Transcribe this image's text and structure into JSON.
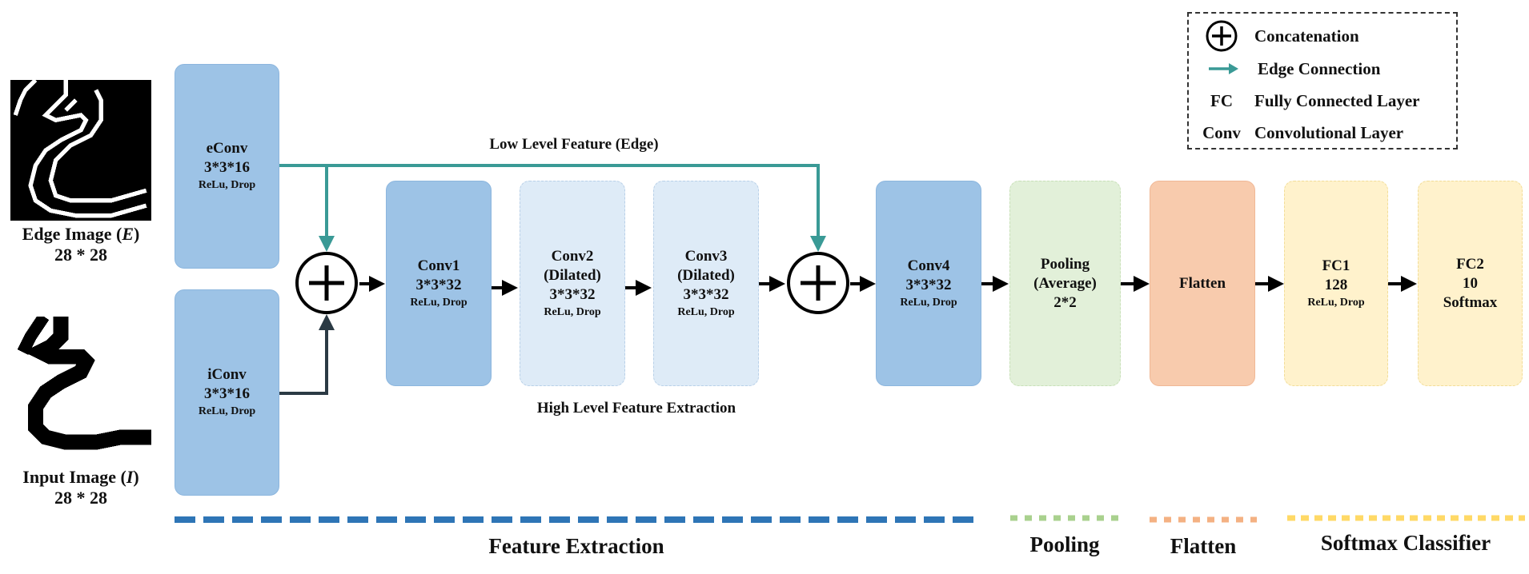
{
  "inputs": {
    "edge": {
      "title": "Edge Image (",
      "var": "E",
      "close": ")",
      "size": "28 * 28"
    },
    "input": {
      "title": "Input Image (",
      "var": "I",
      "close": ")",
      "size": "28 * 28"
    }
  },
  "nodes": {
    "econv": {
      "l1": "eConv",
      "l2": "3*3*16",
      "sub": "ReLu, Drop"
    },
    "iconv": {
      "l1": "iConv",
      "l2": "3*3*16",
      "sub": "ReLu, Drop"
    },
    "conv1": {
      "l1": "Conv1",
      "l2": "3*3*32",
      "sub": "ReLu, Drop"
    },
    "conv2": {
      "l1": "Conv2",
      "l2": "(Dilated)",
      "l3": "3*3*32",
      "sub": "ReLu, Drop"
    },
    "conv3": {
      "l1": "Conv3",
      "l2": "(Dilated)",
      "l3": "3*3*32",
      "sub": "ReLu, Drop"
    },
    "conv4": {
      "l1": "Conv4",
      "l2": "3*3*32",
      "sub": "ReLu, Drop"
    },
    "pooling": {
      "l1": "Pooling",
      "l2": "(Average)",
      "l3": "2*2"
    },
    "flatten": {
      "l1": "Flatten"
    },
    "fc1": {
      "l1": "FC1",
      "l2": "128",
      "sub": "ReLu, Drop"
    },
    "fc2": {
      "l1": "FC2",
      "l2": "10",
      "l3": "Softmax"
    }
  },
  "annotations": {
    "low_level": "Low Level Feature (Edge)",
    "high_level": "High Level Feature Extraction"
  },
  "stages": {
    "feature_extraction": "Feature Extraction",
    "pooling": "Pooling",
    "flatten": "Flatten",
    "softmax": "Softmax Classifier"
  },
  "legend": {
    "concat": "Concatenation",
    "edge_conn": "Edge Connection",
    "fc_sym": "FC",
    "fc": "Fully Connected Layer",
    "conv_sym": "Conv",
    "conv": "Convolutional Layer"
  },
  "colors": {
    "conv_blue": "#9dc3e6",
    "dilated_blue": "#deebf7",
    "pool_green": "#e2f0d9",
    "flatten_orange": "#f8cbad",
    "fc_yellow": "#fff2cc",
    "edge_teal": "#3a9a96",
    "feature_line": "#2e75b6",
    "pool_line": "#a9d18e",
    "flatten_line": "#f4b183",
    "softmax_line": "#ffd966"
  }
}
